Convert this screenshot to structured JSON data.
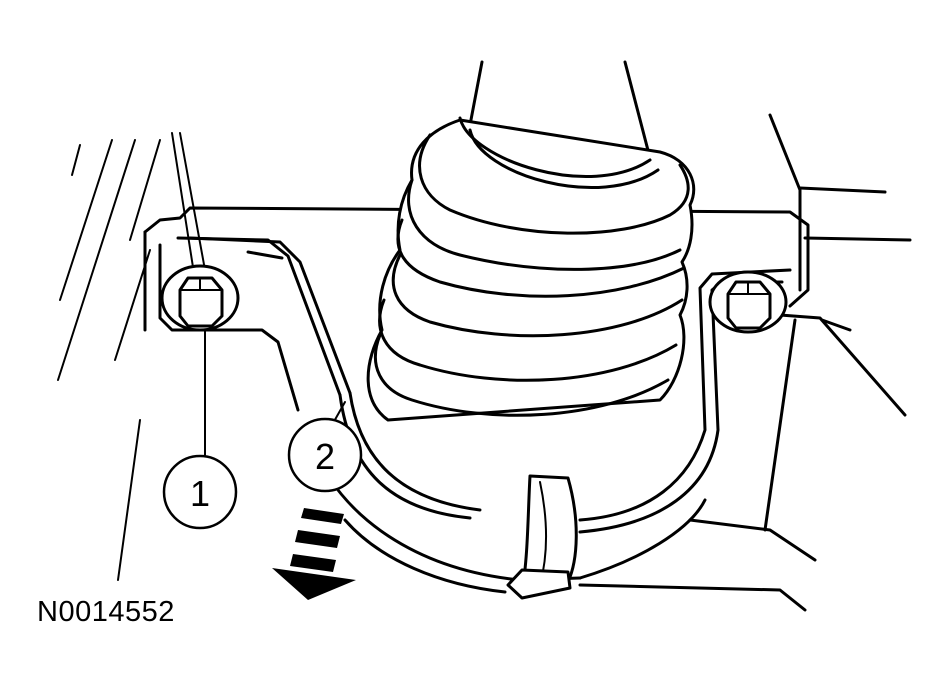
{
  "figure": {
    "id": "N0014552",
    "callouts": [
      {
        "number": "1",
        "meaning": "flange-bolt"
      },
      {
        "number": "2",
        "meaning": "shift-boot-retainer"
      }
    ],
    "arrow": "direction-of-removal"
  }
}
